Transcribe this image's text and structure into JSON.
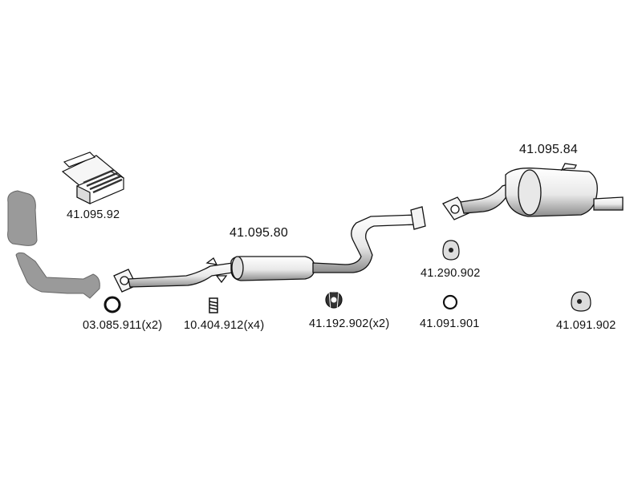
{
  "parts": {
    "mounting_kit": {
      "number": "41.095.92"
    },
    "center_pipe": {
      "number": "41.095.80"
    },
    "rear_silencer": {
      "number": "41.095.84"
    },
    "gasket_front": {
      "number": "03.085.911(x2)"
    },
    "spring": {
      "number": "10.404.912(x4)"
    },
    "hanger_mid": {
      "number": "41.192.902(x2)"
    },
    "rubber_hanger_rear": {
      "number": "41.290.902"
    },
    "ring_gasket": {
      "number": "41.091.901"
    },
    "rubber_mount": {
      "number": "41.091.902"
    }
  },
  "colors": {
    "line": "#111111",
    "fill": "#f4f4f4",
    "shade": "#8a8a8a",
    "grey_parts": "#9a9a9a"
  }
}
